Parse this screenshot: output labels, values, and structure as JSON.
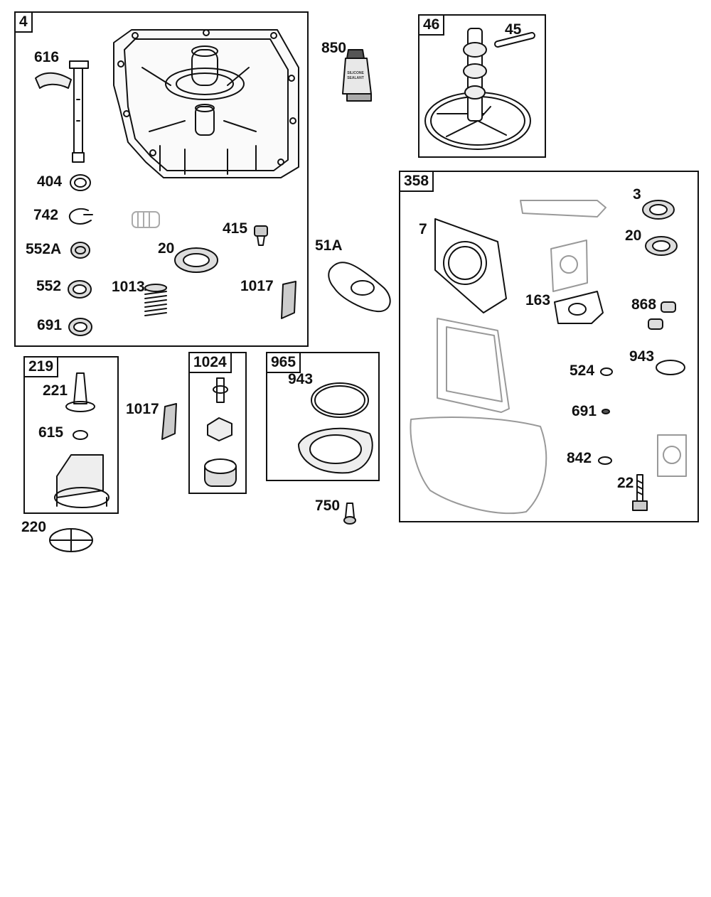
{
  "boxes": {
    "b4": "4",
    "b46": "46",
    "b358": "358",
    "b219": "219",
    "b1024": "1024",
    "b965": "965"
  },
  "labels": {
    "p616": "616",
    "p404": "404",
    "p742": "742",
    "p552A": "552A",
    "p552": "552",
    "p691a": "691",
    "p415": "415",
    "p20a": "20",
    "p1013": "1013",
    "p1017a": "1017",
    "p850": "850",
    "p45": "45",
    "p51A": "51A",
    "p3": "3",
    "p7": "7",
    "p20b": "20",
    "p163": "163",
    "p868": "868",
    "p943a": "943",
    "p524": "524",
    "p691b": "691",
    "p842": "842",
    "p22": "22",
    "p221": "221",
    "p615": "615",
    "p220": "220",
    "p1017b": "1017",
    "p943b": "943",
    "p750": "750"
  },
  "tube_text": [
    "SILICONE",
    "SEALANT"
  ],
  "colors": {
    "line": "#111111",
    "gasket": "#999999",
    "fill": "#e6e6e6"
  }
}
